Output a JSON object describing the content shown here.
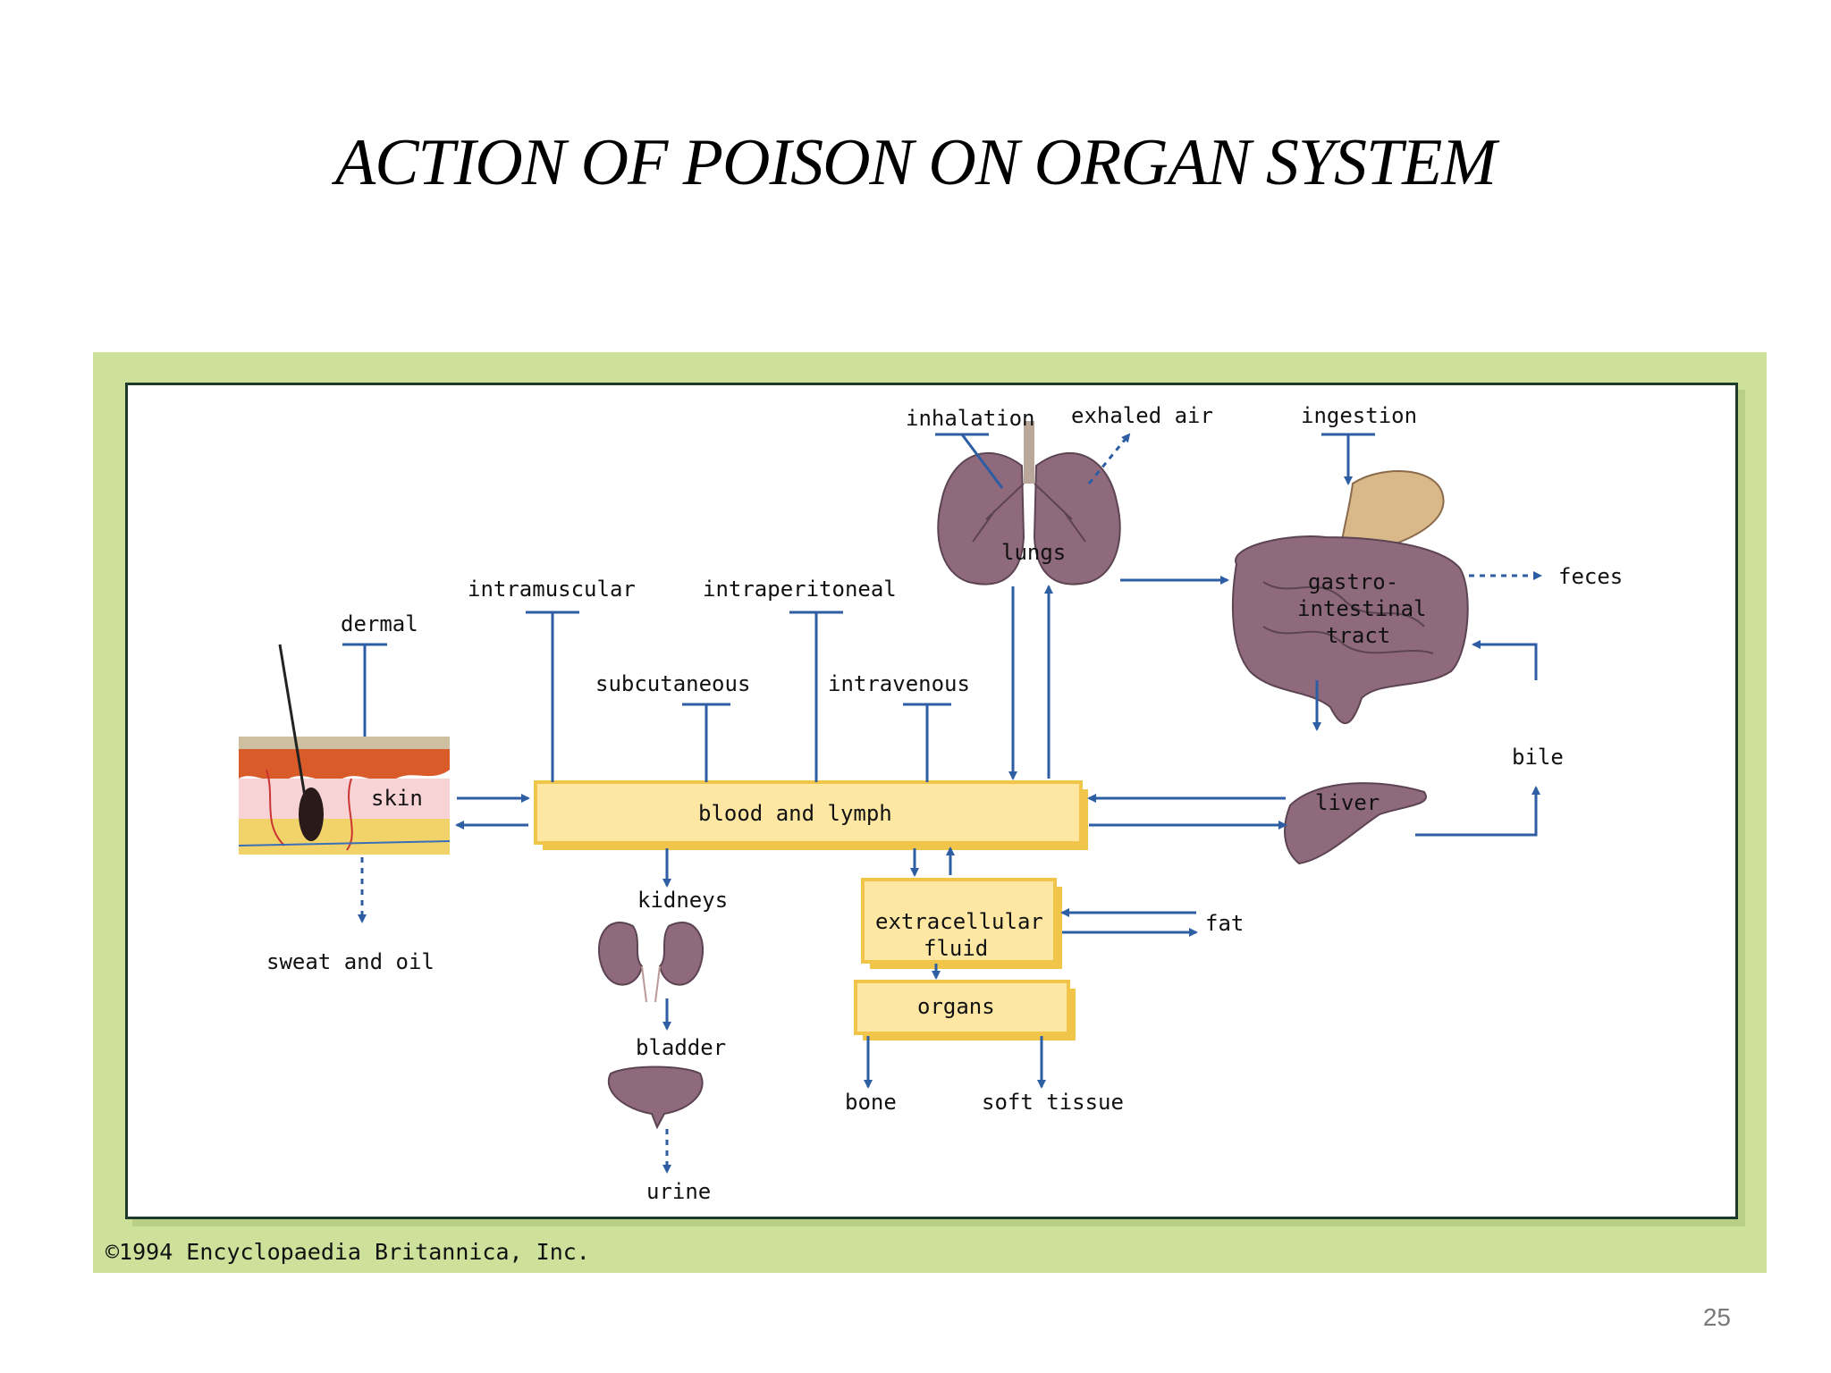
{
  "slide": {
    "title": "ACTION OF POISON ON ORGAN SYSTEM",
    "page_number": "25"
  },
  "diagram": {
    "copyright": "©1994 Encyclopaedia Britannica, Inc.",
    "labels": {
      "inhalation": "inhalation",
      "exhaled_air": "exhaled air",
      "ingestion": "ingestion",
      "lungs": "lungs",
      "gastro_1": "gastro-",
      "gastro_2": "intestinal",
      "gastro_3": "tract",
      "feces": "feces",
      "intramuscular": "intramuscular",
      "intraperitoneal": "intraperitoneal",
      "dermal": "dermal",
      "subcutaneous": "subcutaneous",
      "intravenous": "intravenous",
      "skin": "skin",
      "blood_lymph": "blood and lymph",
      "liver": "liver",
      "bile": "bile",
      "kidneys": "kidneys",
      "sweat_oil": "sweat and oil",
      "extracellular_1": "extracellular",
      "extracellular_2": "fluid",
      "fat": "fat",
      "bladder": "bladder",
      "organs": "organs",
      "bone": "bone",
      "soft_tissue": "soft tissue",
      "urine": "urine"
    },
    "colors": {
      "frame": "#cde19a",
      "box_fill": "#fde7a3",
      "box_border": "#f1c54a",
      "arrow": "#2d5da3",
      "organ": "#8e6a7c"
    },
    "icons": [
      "lungs-icon",
      "stomach-intestine-icon",
      "liver-icon",
      "kidneys-icon",
      "bladder-icon",
      "skin-section-icon"
    ]
  }
}
